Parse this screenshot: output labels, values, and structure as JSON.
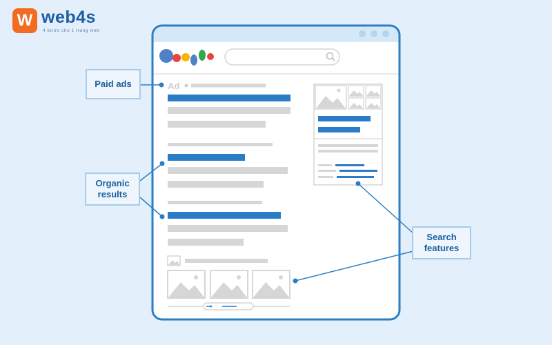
{
  "brand": {
    "badge": "W",
    "name": "web4s",
    "slogan": "4 bước cho 1 trang web",
    "color": "#f26b21",
    "text_color": "#1d5fa6"
  },
  "labels": {
    "paid_ads": "Paid ads",
    "organic": [
      "Organic",
      "results"
    ],
    "search_features": [
      "Search",
      "features"
    ]
  },
  "serp": {
    "ad_tag": "Ad",
    "search_icon": "search-icon",
    "logo_dot_colors": [
      "#4f81c7",
      "#e8453c",
      "#f6b500",
      "#4f81c7",
      "#2fa84f",
      "#e8453c"
    ]
  },
  "colors": {
    "background": "#e3effb",
    "frame": "#2a7fc4",
    "result_link": "#2b7cc6",
    "placeholder": "#d6d6d6",
    "connector": "#2a7fc4"
  }
}
